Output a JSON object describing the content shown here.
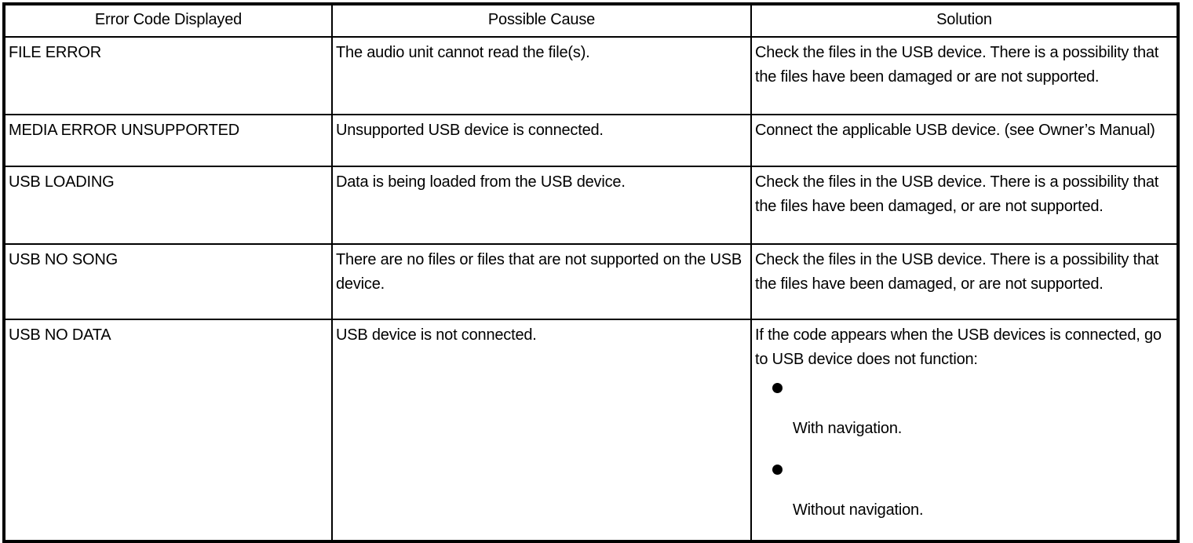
{
  "table": {
    "headers": [
      "Error Code Displayed",
      "Possible Cause",
      "Solution"
    ],
    "rows": [
      {
        "code": "FILE ERROR",
        "cause": "The audio unit cannot read the file(s).",
        "solution": "Check the files in the USB device. There is a possibility that the files have been damaged or are not supported."
      },
      {
        "code": "MEDIA ERROR UNSUPPORTED",
        "cause": "Unsupported USB device is connected.",
        "solution": "Connect the applicable USB device. (see Owner’s Manual)"
      },
      {
        "code": "USB LOADING",
        "cause": "Data is being loaded from the USB device.",
        "solution": "Check the files in the USB device. There is a possibility that the files have been damaged, or are not supported."
      },
      {
        "code": "USB NO SONG",
        "cause": "There are no files or files that are not supported on the USB device.",
        "solution": "Check the files in the USB device. There is a possibility that the files have been damaged, or are not supported."
      },
      {
        "code": "USB NO DATA",
        "cause": "USB device is not connected.",
        "solution_lead": "If the code appears when the USB devices is connected, go to USB device does not function:",
        "solution_bullets": [
          "With navigation.",
          "Without navigation."
        ]
      }
    ]
  },
  "colors": {
    "border": "#000000",
    "text": "#000000",
    "background": "#ffffff"
  }
}
